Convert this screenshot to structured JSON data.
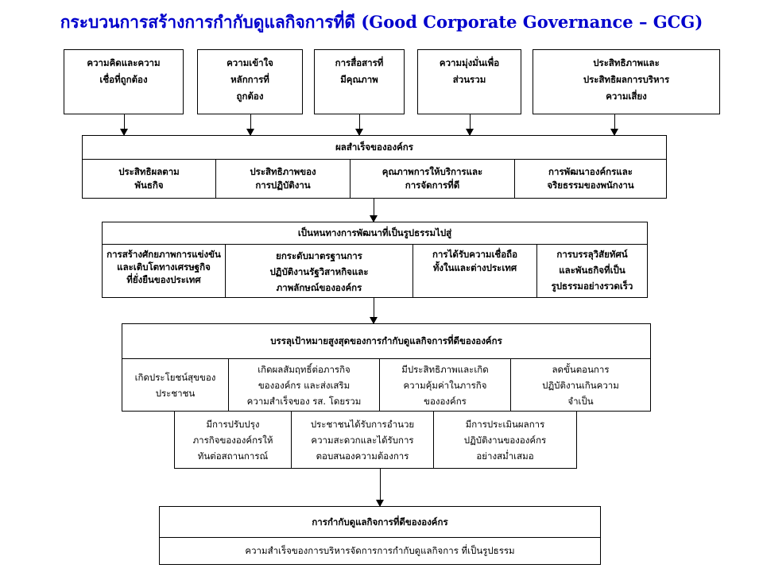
{
  "title": "กระบวนการสร้างการกำกับดูแลกิจการที่ดี (Good Corporate Governance – GCG)",
  "inputs": [
    "ความคิดและความ\nเชื่อที่ถูกต้อง",
    "ความเข้าใจ\nหลักการที่\nถูกต้อง",
    "การสื่อสารที่\nมีคุณภาพ",
    "ความมุ่งมั่นเพื่อ\nส่วนรวม",
    "ประสิทธิภาพและ\nประสิทธิผลการบริหาร\nความเสี่ยง"
  ],
  "success": {
    "header": "ผลสำเร็จขององค์กร",
    "items": [
      "ประสิทธิผลตาม\nพันธกิจ",
      "ประสิทธิภาพของ\nการปฏิบัติงาน",
      "คุณภาพการให้บริการและ\nการจัดการที่ดี",
      "การพัฒนาองค์กรและ\nจริยธรรมของพนักงาน"
    ]
  },
  "path": {
    "header": "เป็นหนทางการพัฒนาที่เป็นรูปธรรมไปสู่",
    "items": [
      "การสร้างศักยภาพการแข่งขัน\nและเติบโตทางเศรษฐกิจ\nที่ยั่งยืนของประเทศ",
      "ยกระดับมาตรฐานการ\nปฏิบัติงานรัฐวิสาหกิจและ\nภาพลักษณ์ขององค์กร",
      "การได้รับความเชื่อถือ\nทั้งในและต่างประเทศ",
      "การบรรลุวิสัยทัศน์\nและพันธกิจที่เป็น\nรูปธรรมอย่างรวดเร็ว"
    ]
  },
  "goal": {
    "header": "บรรลุเป้าหมายสูงสุดของการกำกับดูแลกิจการที่ดีขององค์กร",
    "items": [
      "เกิดประโยชน์สุขของ\nประชาชน",
      "เกิดผลสัมฤทธิ์ต่อภารกิจ\nขององค์กร และส่งเสริม\nความสำเร็จของ รส. โดยรวม",
      "มีประสิทธิภาพและเกิด\nความคุ้มค่าในภารกิจ\nขององค์กร",
      "ลดขั้นตอนการ\nปฏิบัติงานเกินความ\nจำเป็น"
    ],
    "items2": [
      "มีการปรับปรุง\nภารกิจขององค์กรให้\nทันต่อสถานการณ์",
      "ประชาชนได้รับการอำนวย\nความสะดวกและได้รับการ\nตอบสนองความต้องการ",
      "มีการประเมินผลการ\nปฏิบัติงานขององค์กร\nอย่างสม่ำเสมอ"
    ]
  },
  "final": {
    "header": "การกำกับดูแลกิจการที่ดีขององค์กร",
    "sub": "ความสำเร็จของการบริหารจัดการการกำกับดูแลกิจการ ที่เป็นรูปธรรม"
  }
}
